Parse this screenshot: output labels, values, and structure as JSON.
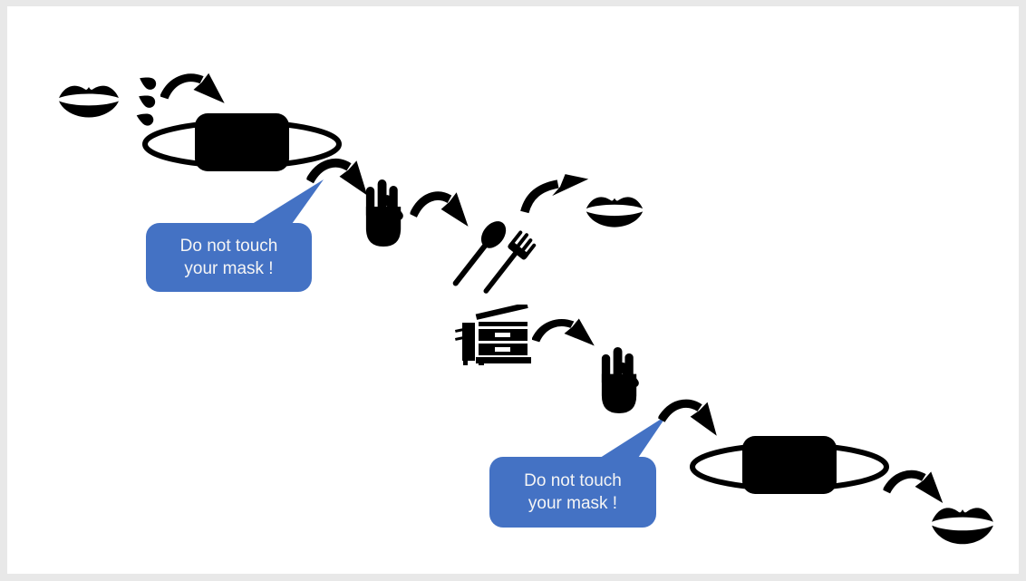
{
  "slide": {
    "background_color": "#ffffff",
    "frame_color": "#e8e8e8",
    "icon_color": "#000000",
    "callout_fill_color": "#4472C4",
    "callout_text_color": "#f5f5f5"
  },
  "callouts": [
    {
      "line1": "Do not touch",
      "line2": "your mask !"
    },
    {
      "line1": "Do not touch",
      "line2": "your mask !"
    }
  ],
  "icons": {
    "top_sequence": [
      "lips-icon",
      "droplets-icon",
      "curved-arrow-icon",
      "surgical-mask-icon",
      "curved-arrow-icon",
      "hand-icon",
      "curved-arrow-icon",
      "spoon-and-fork-icon",
      "curved-arrow-icon",
      "lips-icon"
    ],
    "bottom_sequence": [
      "copier-icon",
      "curved-arrow-icon",
      "hand-icon",
      "curved-arrow-icon",
      "surgical-mask-icon",
      "curved-arrow-icon",
      "lips-icon"
    ]
  }
}
